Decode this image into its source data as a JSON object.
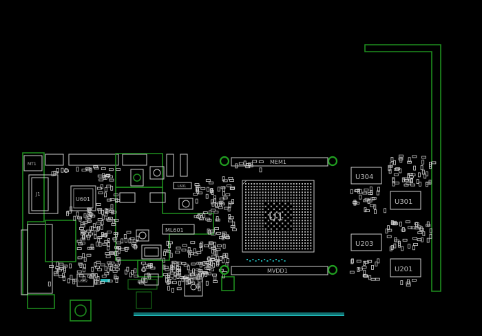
{
  "board": {
    "background": "#000000",
    "copper_color": "#1f8f1f",
    "silk_color": "#cfcfcf",
    "highlight_color": "#1fb5b5"
  },
  "designators": {
    "u1": "U1",
    "u304": "U304",
    "u301": "U301",
    "u203": "U203",
    "u201": "U201",
    "u601": "U601",
    "u502": "U502",
    "mt1": "MT1",
    "ml601": "ML601",
    "mem1": "MEM1",
    "mvdd1": "MVDD1",
    "j1": "J1",
    "l601": "L601"
  }
}
